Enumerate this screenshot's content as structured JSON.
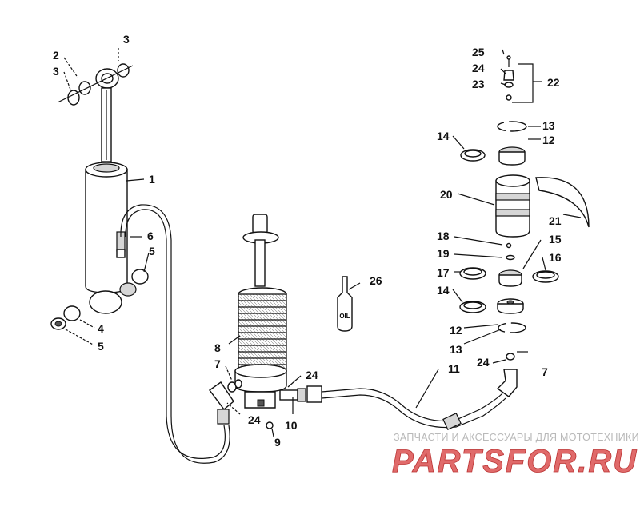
{
  "callouts": {
    "c1": "1",
    "c2": "2",
    "c3a": "3",
    "c3b": "3",
    "c4": "4",
    "c5a": "5",
    "c5b": "5",
    "c6": "6",
    "c7a": "7",
    "c7b": "7",
    "c8": "8",
    "c9": "9",
    "c10": "10",
    "c11": "11",
    "c12a": "12",
    "c12b": "12",
    "c13a": "13",
    "c13b": "13",
    "c14a": "14",
    "c14b": "14",
    "c15": "15",
    "c16": "16",
    "c17": "17",
    "c18": "18",
    "c19": "19",
    "c20": "20",
    "c21": "21",
    "c22": "22",
    "c23": "23",
    "c24a": "24",
    "c24b": "24",
    "c24c": "24",
    "c24d": "24",
    "c25": "25",
    "c26": "26"
  },
  "oil_label": "OIL",
  "watermark": {
    "tagline": "ЗАПЧАСТИ И АКСЕССУАРЫ ДЛЯ МОТОТЕХНИКИ",
    "logo_text": "PARTSFOR.RU",
    "logo_color": "#e06a6a"
  }
}
